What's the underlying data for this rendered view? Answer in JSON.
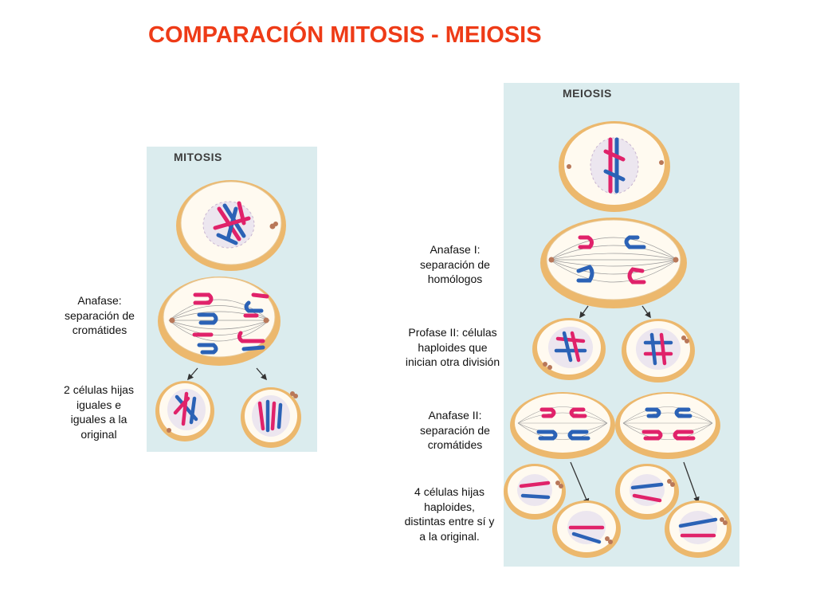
{
  "title": "COMPARACIÓN MITOSIS - MEIOSIS",
  "mitosis": {
    "label": "MITOSIS",
    "captions": {
      "anaphase": [
        "Anafase:",
        "separación de",
        "cromátides"
      ],
      "daughters": [
        "2 células hijas",
        "iguales e",
        "iguales a la",
        "original"
      ]
    }
  },
  "meiosis": {
    "label": "MEIOSIS",
    "captions": {
      "anaphase1": [
        "Anafase I:",
        "separación de",
        "homólogos"
      ],
      "prophase2": [
        "Profase II: células",
        "haploides que",
        "inician otra división"
      ],
      "anaphase2": [
        "Anafase II:",
        "separación de",
        "cromátides"
      ],
      "daughters": [
        "4 células hijas",
        "haploides,",
        "distintas entre sí y",
        "a la original."
      ]
    }
  },
  "colors": {
    "title": "#ee3b17",
    "panel_bg": "#dbecee",
    "cell_rim": "#ecb86d",
    "cell_fill": "#fffaf0",
    "nucleus": "#ece6ef",
    "chromosome_red": "#e0226a",
    "chromosome_blue": "#2b62b6",
    "centrosome": "#b97859"
  }
}
